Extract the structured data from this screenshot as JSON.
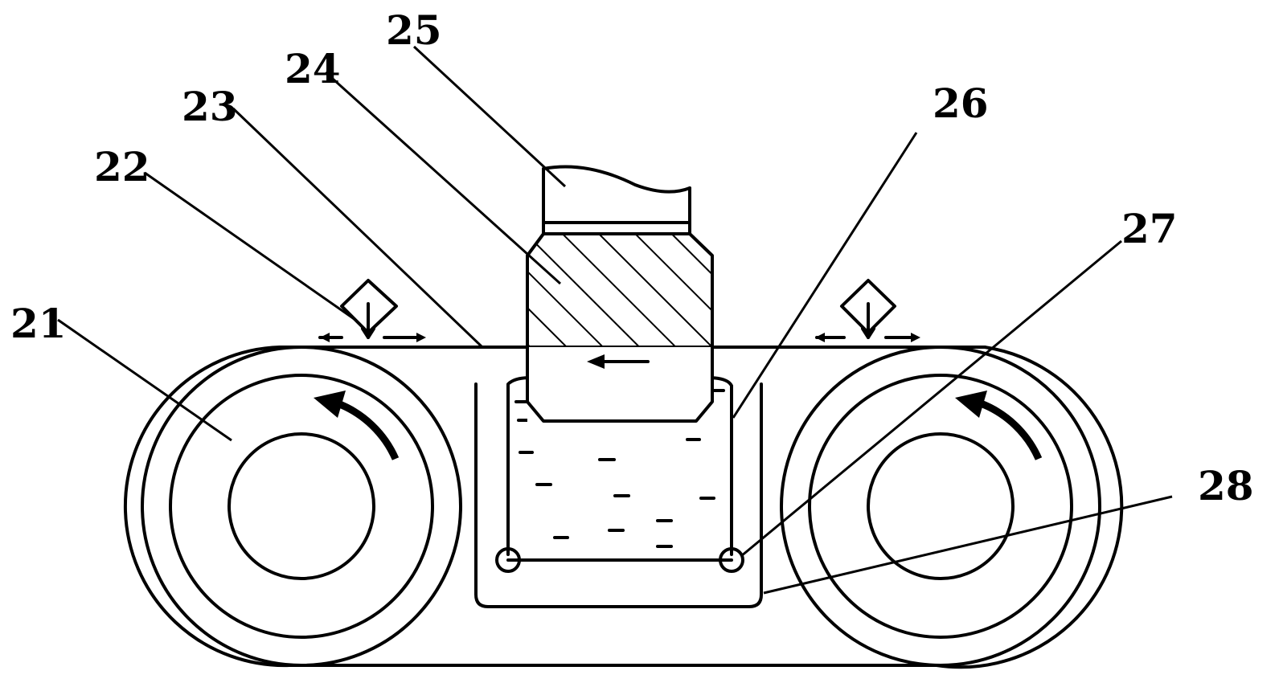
{
  "labels": {
    "l21": "21",
    "l22": "22",
    "l23": "23",
    "l24": "24",
    "l25": "25",
    "l26": "26",
    "l27": "27",
    "l28": "28"
  }
}
